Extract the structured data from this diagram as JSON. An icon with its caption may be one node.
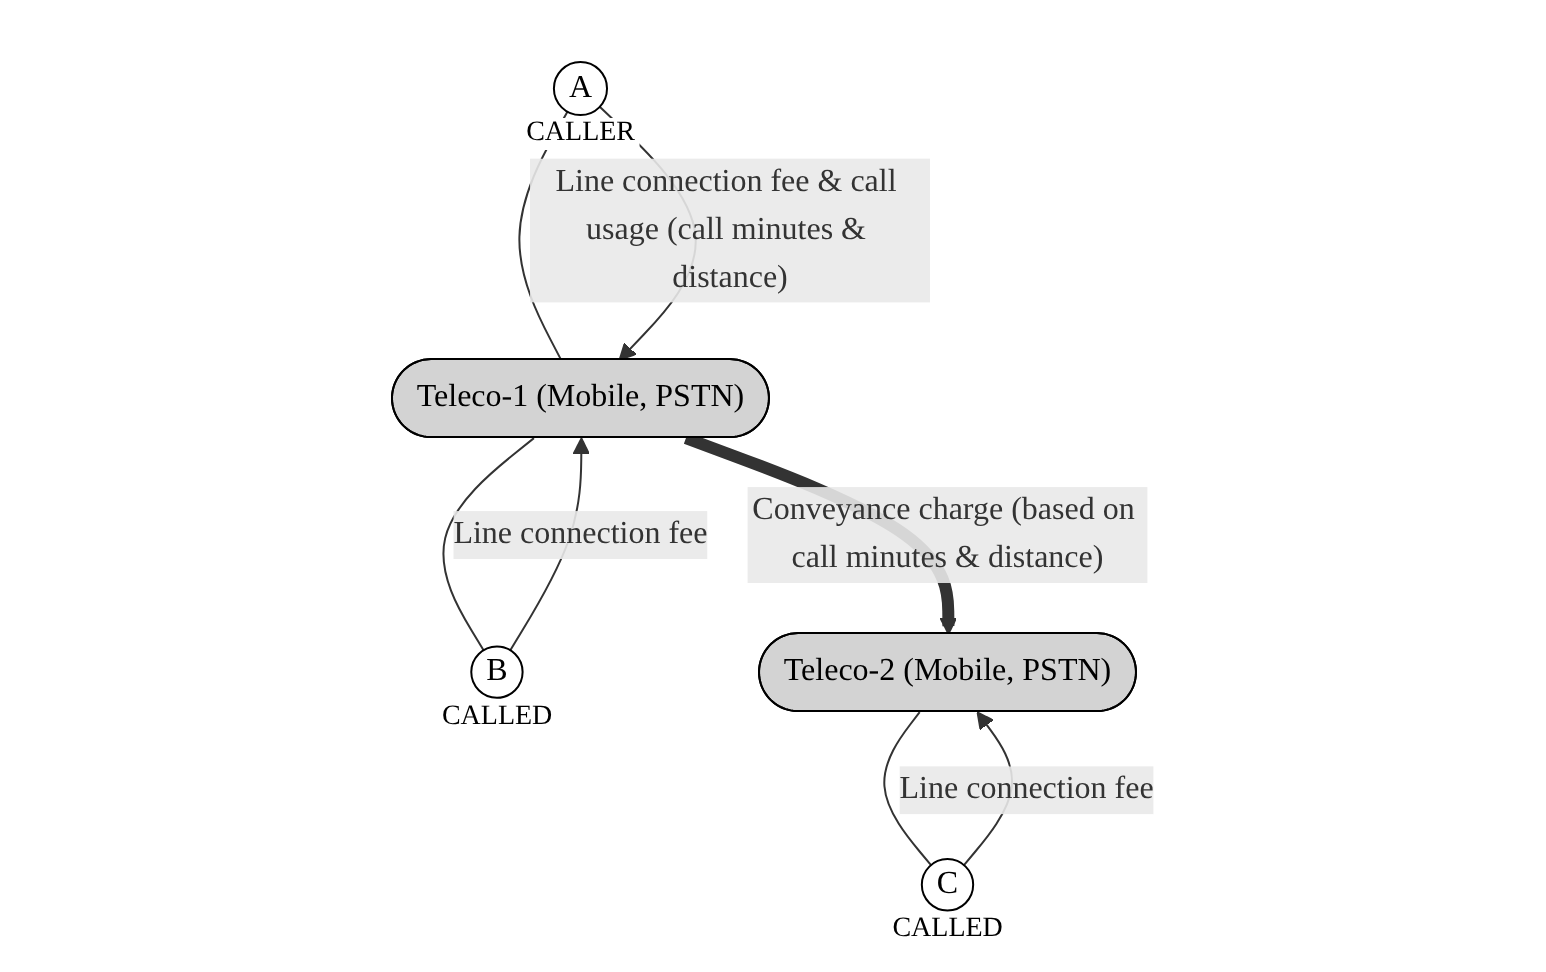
{
  "diagram": {
    "nodes": [
      {
        "text": [
          "Teleco-1 (Mobile, PSTN)"
        ]
      },
      {
        "text": [
          "A"
        ],
        "beside": [
          "CALLER"
        ]
      },
      {
        "text": [
          "B"
        ],
        "beside": [
          "CALLED"
        ]
      },
      {
        "text": [
          "Teleco-2 (Mobile, PSTN)"
        ]
      },
      {
        "text": [
          "C"
        ],
        "beside": [
          "CALLED"
        ]
      }
    ],
    "edges": [
      {
        "from": 1,
        "to": 0,
        "arrow": "none"
      },
      {
        "from": 1,
        "to": 0,
        "arrow": "to",
        "label": "Line connection fee & call usage (call minutes & distance)"
      },
      {
        "from": 0,
        "to": 2,
        "arrow": "none"
      },
      {
        "from": 2,
        "to": 0,
        "arrow": "to",
        "label": "Line connection fee"
      },
      {
        "from": 0,
        "to": 3,
        "arrow": "to",
        "style": "thick",
        "label": "Conveyance charge (based on call minutes & distance)"
      },
      {
        "from": 3,
        "to": 4,
        "arrow": "none"
      },
      {
        "from": 4,
        "to": 3,
        "arrow": "to",
        "label": "Line connection fee"
      }
    ]
  }
}
